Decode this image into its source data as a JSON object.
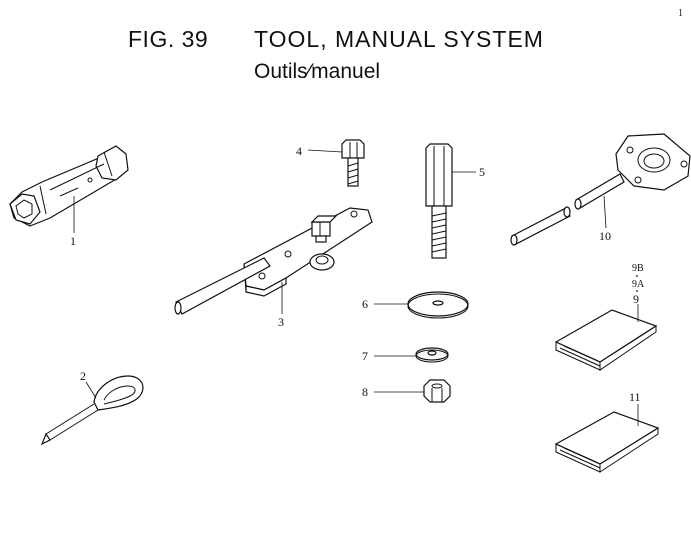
{
  "page_number": "1",
  "header": {
    "fig": "FIG. 39",
    "title": "TOOL, MANUAL SYSTEM",
    "subtitle": "Outils∕manuel"
  },
  "callouts": [
    "1",
    "2",
    "3",
    "4",
    "5",
    "6",
    "7",
    "8",
    "9",
    "9A",
    "9B",
    "10",
    "11"
  ]
}
